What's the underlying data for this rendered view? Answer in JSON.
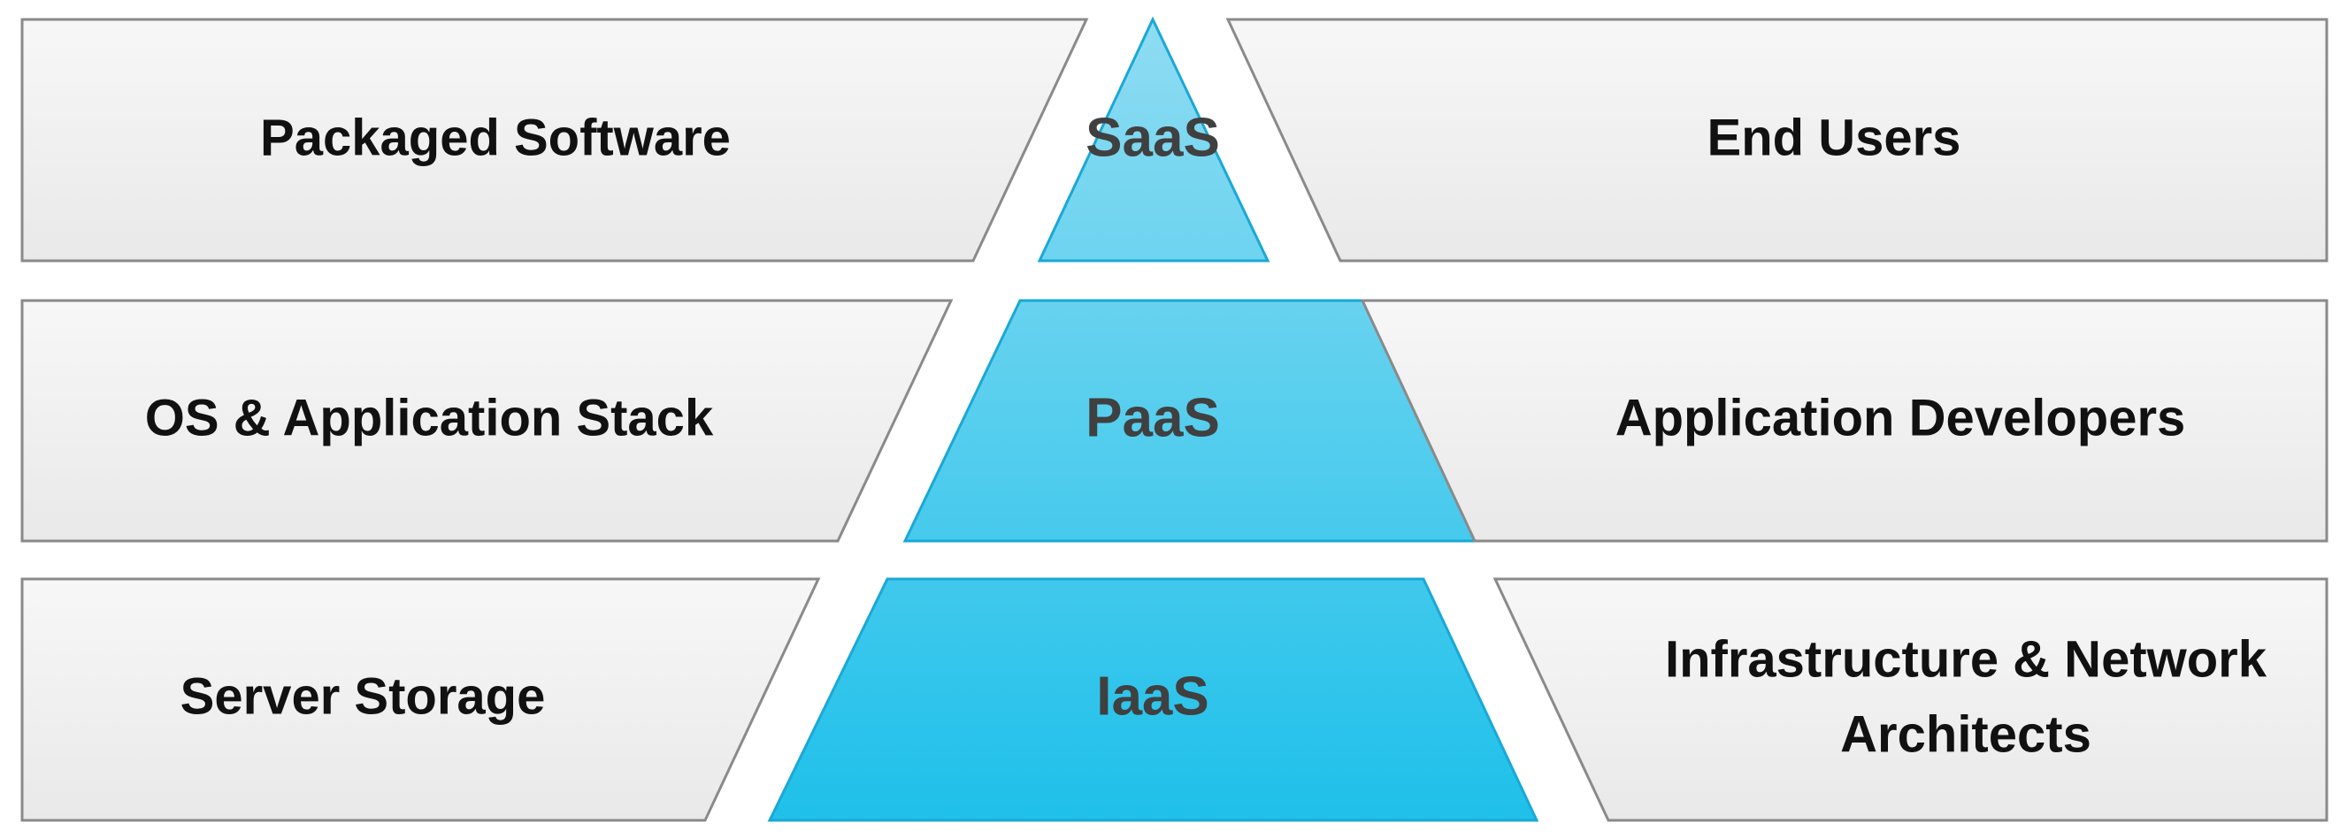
{
  "colors": {
    "panel_fill_top": "#f7f7f7",
    "panel_fill_bottom": "#e9e9e9",
    "panel_border": "#8a8a8a",
    "tier_fill_light": "#8fdcf2",
    "tier_fill_dark": "#1ec0ea",
    "tier_text": "#404040",
    "label_text": "#111111"
  },
  "rows": [
    {
      "tier": "SaaS",
      "left_label": "Packaged Software",
      "right_label_lines": [
        "End Users"
      ]
    },
    {
      "tier": "PaaS",
      "left_label": "OS & Application Stack",
      "right_label_lines": [
        "Application Developers"
      ]
    },
    {
      "tier": "IaaS",
      "left_label": "Server Storage",
      "right_label_lines": [
        "Infrastructure & Network",
        "Architects"
      ]
    }
  ]
}
